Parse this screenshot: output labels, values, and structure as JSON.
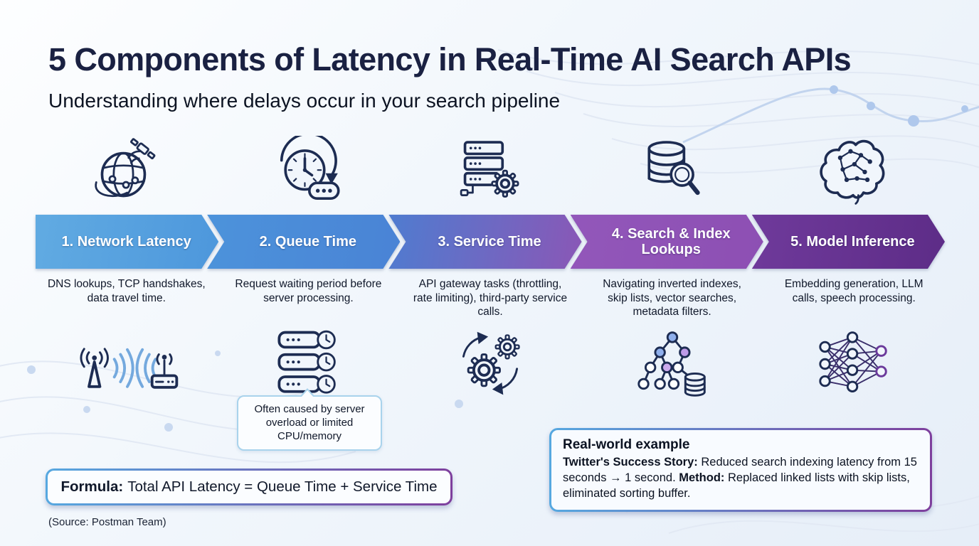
{
  "header": {
    "title": "5 Components of Latency in Real-Time AI Search APIs",
    "subtitle": "Understanding where delays occur in your search pipeline"
  },
  "steps": [
    {
      "label": "1. Network Latency",
      "description": "DNS lookups, TCP handshakes, data travel time.",
      "top_icon": "globe-satellite-icon",
      "bottom_icon": "antenna-router-signal-icon",
      "color_from": "#61ABE2",
      "color_to": "#4D97DC"
    },
    {
      "label": "2. Queue Time",
      "description": "Request waiting period before server processing.",
      "top_icon": "clock-history-queue-icon",
      "bottom_icon": "servers-with-clocks-icon",
      "color_from": "#4C93DB",
      "color_to": "#4A83D5"
    },
    {
      "label": "3. Service Time",
      "description": "API gateway tasks (throttling, rate limiting), third-party service calls.",
      "top_icon": "server-gear-icon",
      "bottom_icon": "gears-sync-icon",
      "color_from": "#4F7CD0",
      "color_to": "#8A57B6"
    },
    {
      "label": "4. Search & Index Lookups",
      "description": "Navigating inverted indexes, skip lists, vector searches, metadata filters.",
      "top_icon": "database-magnifier-icon",
      "bottom_icon": "index-tree-database-icon",
      "color_from": "#9257BA",
      "color_to": "#8D4FB3"
    },
    {
      "label": "5. Model Inference",
      "description": "Embedding generation, LLM calls, speech processing.",
      "top_icon": "brain-network-icon",
      "bottom_icon": "neural-network-icon",
      "color_from": "#6F3A9B",
      "color_to": "#5D2C87"
    }
  ],
  "callout": {
    "text": "Often caused by server overload or limited CPU/memory"
  },
  "formula": {
    "label": "Formula:",
    "text": "Total API Latency = Queue Time + Service Time"
  },
  "example": {
    "title": "Real-world example",
    "story_label": "Twitter's Success Story:",
    "story_text": " Reduced search indexing latency from 15 seconds → 1 second. ",
    "method_label": "Method:",
    "method_text": " Replaced linked lists with skip lists, eliminated sorting buffer."
  },
  "source": "(Source: Postman Team)",
  "colors": {
    "title_navy": "#1A2142",
    "accent_blue": "#56A8E0",
    "accent_purple": "#7E3F9D",
    "icon_stroke": "#1D2C52",
    "signal_wave_blue": "#74A9DE",
    "callout_border": "#A9D3EC"
  }
}
